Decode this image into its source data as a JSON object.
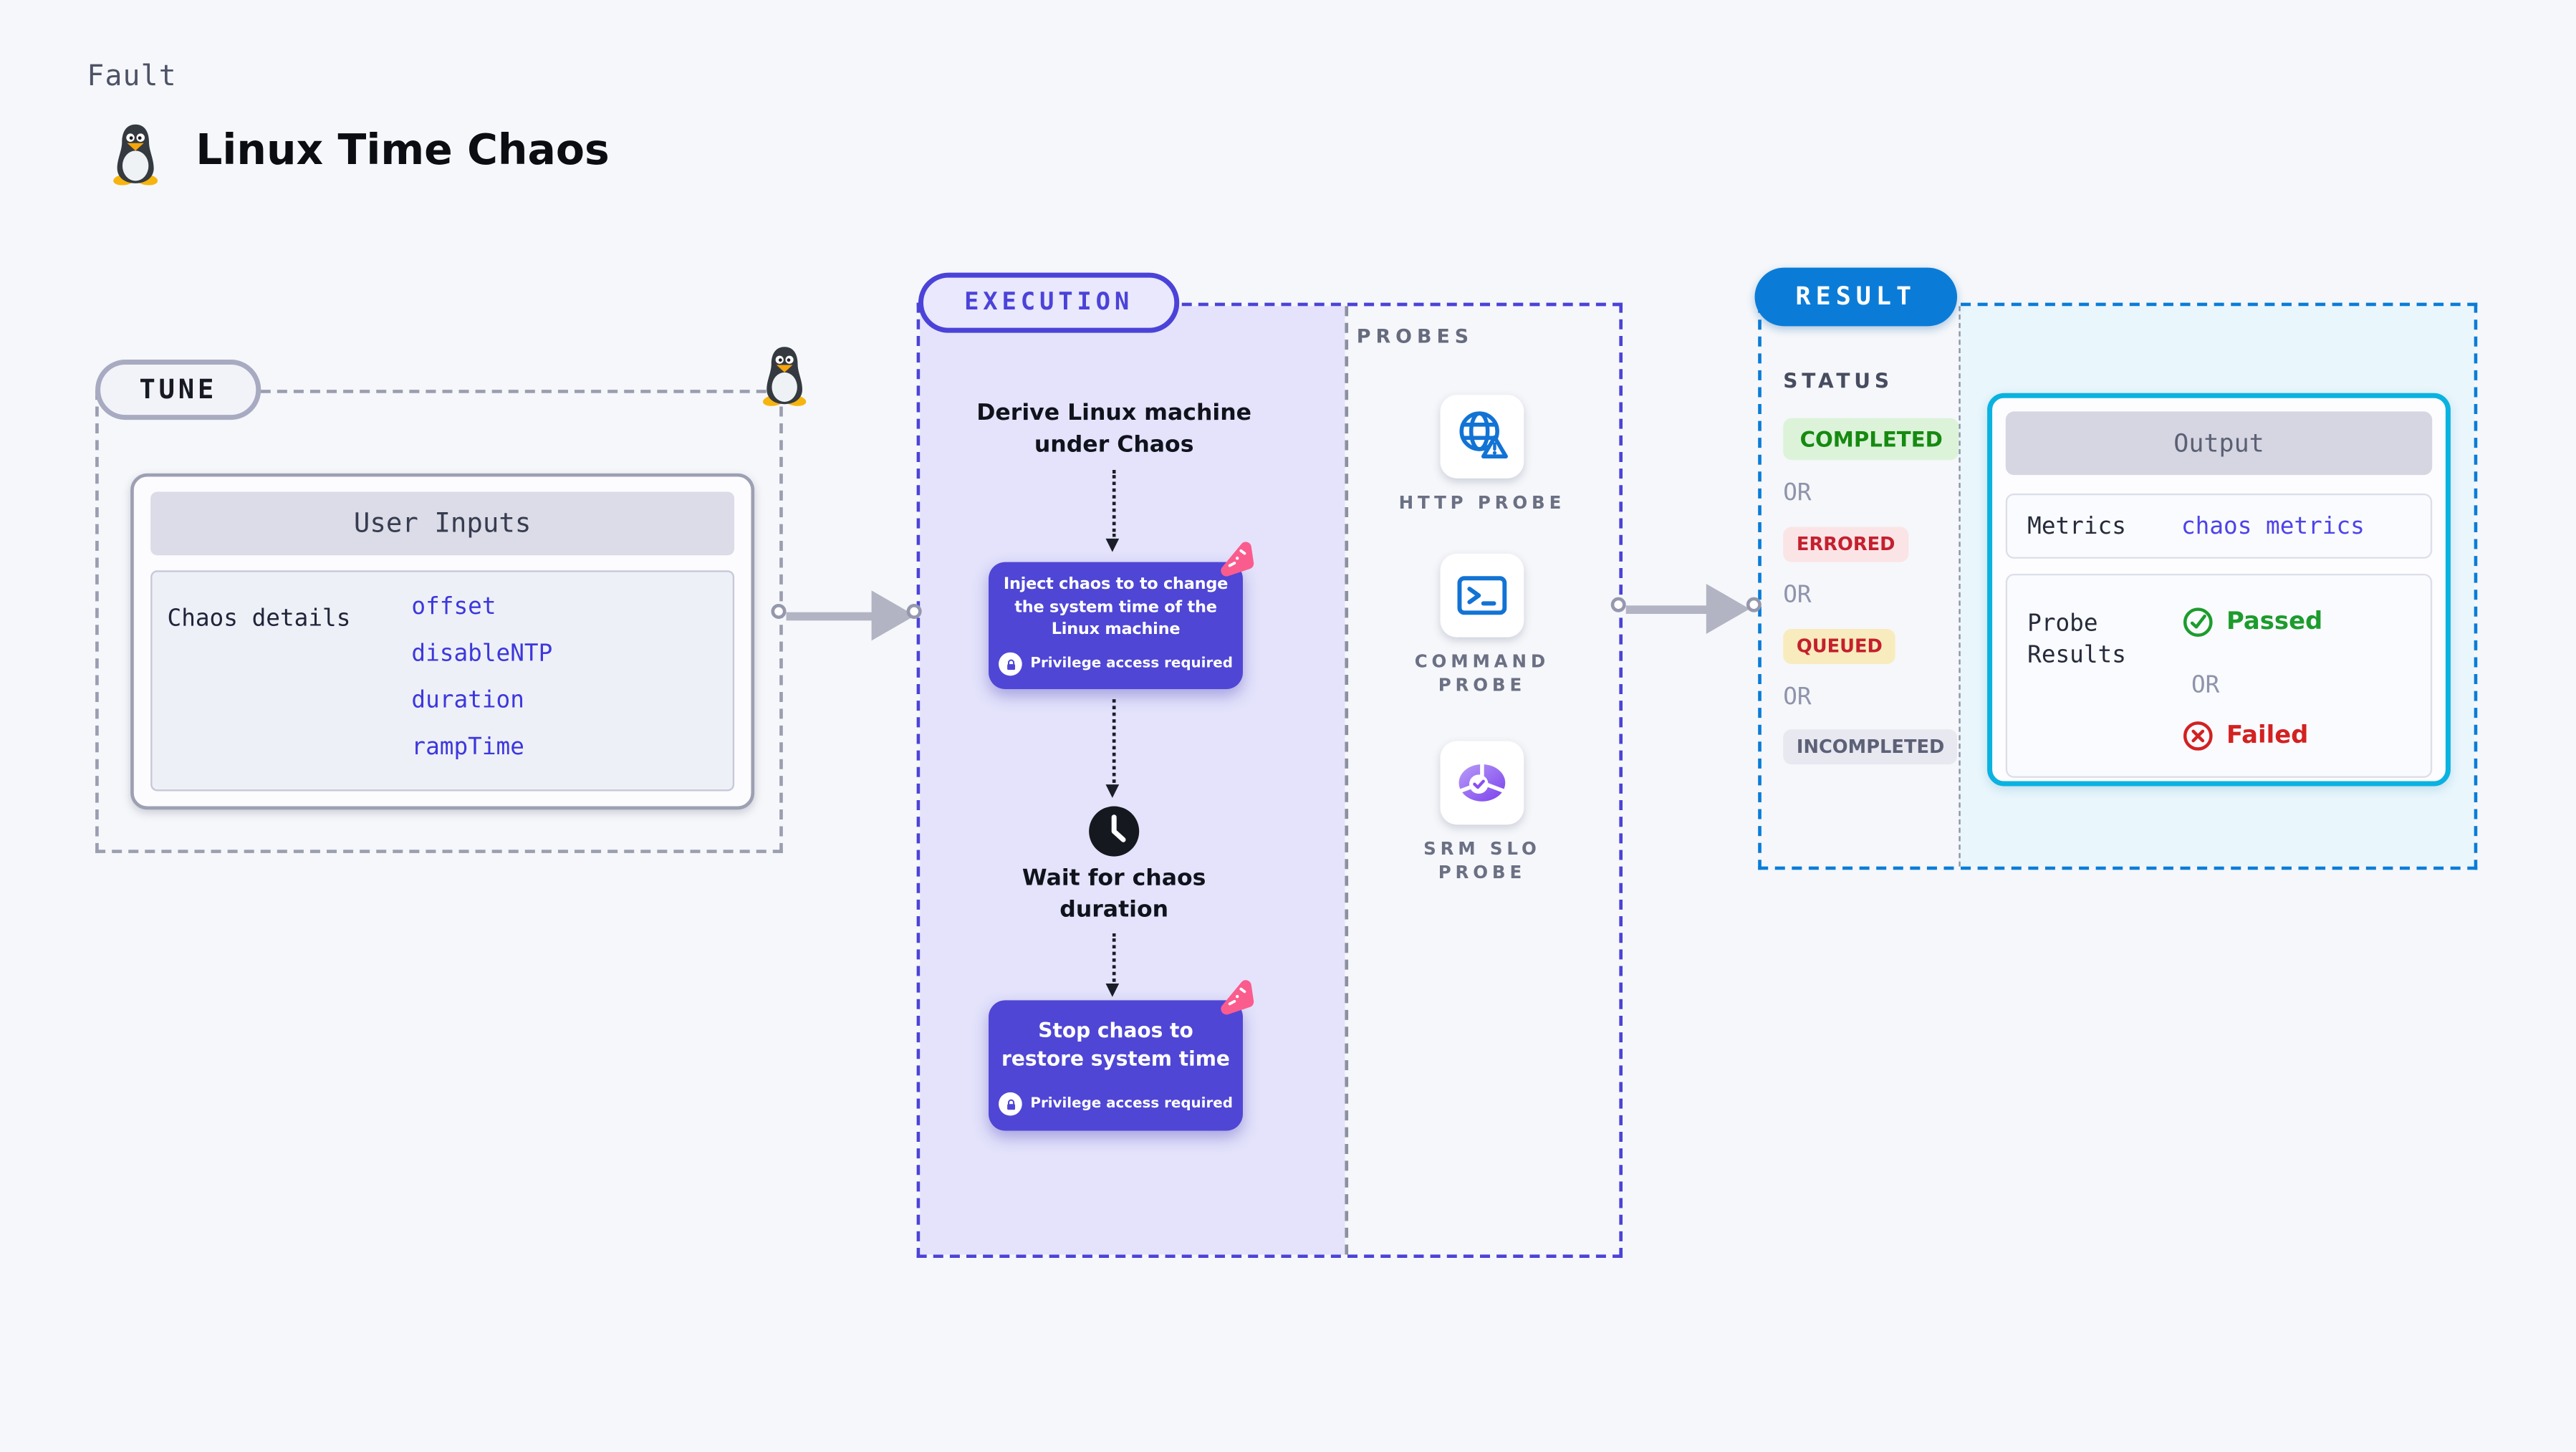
{
  "header": {
    "eyebrow": "Fault",
    "title": "Linux Time Chaos"
  },
  "badges": {
    "tune": "TUNE",
    "execution": "EXECUTION",
    "result": "RESULT"
  },
  "tune": {
    "user_inputs_title": "User Inputs",
    "row_label": "Chaos details",
    "values": [
      "offset",
      "disableNTP",
      "duration",
      "rampTime"
    ]
  },
  "execution": {
    "derive_lines": [
      "Derive Linux machine",
      "under Chaos"
    ],
    "inject_lines": [
      "Inject chaos to to change",
      "the system time of the",
      "Linux machine"
    ],
    "wait_lines": [
      "Wait for chaos",
      "duration"
    ],
    "stop_lines": [
      "Stop chaos to",
      "restore system time"
    ],
    "privilege_note": "Privilege access required"
  },
  "probes": {
    "title": "PROBES",
    "items": [
      {
        "icon": "globe-alert-icon",
        "label_lines": [
          "HTTP PROBE"
        ]
      },
      {
        "icon": "terminal-icon",
        "label_lines": [
          "COMMAND",
          "PROBE"
        ]
      },
      {
        "icon": "slo-donut-icon",
        "label_lines": [
          "SRM SLO",
          "PROBE"
        ]
      }
    ]
  },
  "result": {
    "status_title": "STATUS",
    "statuses": [
      {
        "label": "COMPLETED",
        "type": "success"
      },
      {
        "label": "ERRORED",
        "type": "error"
      },
      {
        "label": "QUEUED",
        "type": "warning"
      },
      {
        "label": "INCOMPLETED",
        "type": "neutral"
      }
    ],
    "or_labels": [
      "OR",
      "OR",
      "OR"
    ],
    "output": {
      "title": "Output",
      "metrics_label": "Metrics",
      "metrics_value": "chaos metrics",
      "probe_results_lines": [
        "Probe",
        "Results"
      ],
      "passed_label": "Passed",
      "or_label": "OR",
      "failed_label": "Failed"
    }
  },
  "colors": {
    "indigo": "#4b43d8",
    "node_indigo": "#4f46d5",
    "result_blue": "#0a7cd8",
    "cyan_border": "#0ab2e0",
    "pink_logo": "#fa5c8e",
    "probe_icon_blue": "#1273d4",
    "param_blue": "#3c38dd",
    "metrics_blue": "#4d43e8",
    "passed_green": "#1d9c2d",
    "failed_red": "#d32121",
    "completed_green": "#168a10",
    "errored_red": "#c4202e"
  }
}
